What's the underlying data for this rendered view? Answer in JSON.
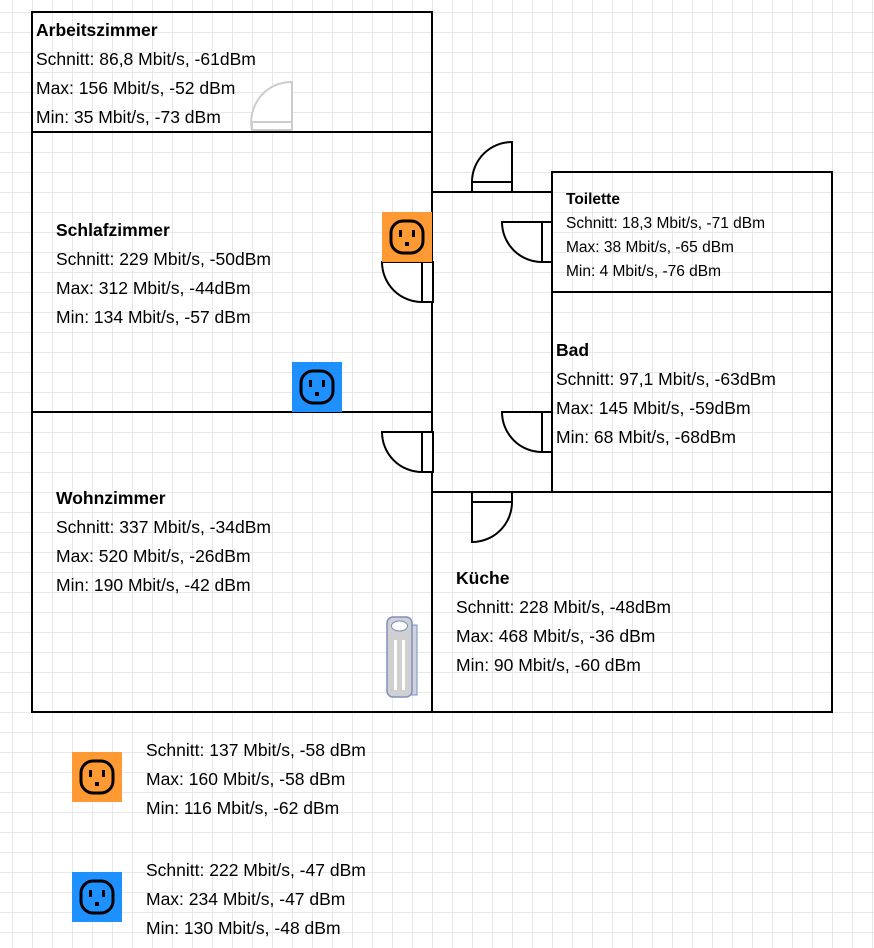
{
  "rooms": [
    {
      "name": "Arbeitszimmer",
      "avg": "Schnitt: 86,8 Mbit/s, -61dBm",
      "max": "Max: 156 Mbit/s, -52 dBm",
      "min": "Min: 35 Mbit/s, -73 dBm"
    },
    {
      "name": "Schlafzimmer",
      "avg": "Schnitt: 229 Mbit/s, -50dBm",
      "max": "Max: 312 Mbit/s, -44dBm",
      "min": "Min: 134 Mbit/s, -57 dBm"
    },
    {
      "name": "Toilette",
      "avg": "Schnitt: 18,3 Mbit/s, -71 dBm",
      "max": "Max: 38 Mbit/s, -65 dBm",
      "min": "Min: 4 Mbit/s, -76 dBm"
    },
    {
      "name": "Bad",
      "avg": "Schnitt: 97,1 Mbit/s, -63dBm",
      "max": "Max: 145 Mbit/s, -59dBm",
      "min": "Min: 68 Mbit/s, -68dBm"
    },
    {
      "name": "Wohnzimmer",
      "avg": "Schnitt: 337 Mbit/s, -34dBm",
      "max": "Max: 520 Mbit/s, -26dBm",
      "min": "Min: 190 Mbit/s, -42 dBm"
    },
    {
      "name": "Küche",
      "avg": "Schnitt: 228 Mbit/s, -48dBm",
      "max": "Max: 468 Mbit/s, -36 dBm",
      "min": "Min: 90 Mbit/s, -60 dBm"
    }
  ],
  "outlets": [
    {
      "color": "#FF9933",
      "avg": "Schnitt: 137 Mbit/s, -58 dBm",
      "max": "Max: 160 Mbit/s, -58 dBm",
      "min": "Min: 116 Mbit/s, -62 dBm"
    },
    {
      "color": "#1E90FF",
      "avg": "Schnitt: 222 Mbit/s, -47 dBm",
      "max": "Max: 234 Mbit/s, -47 dBm",
      "min": "Min: 130 Mbit/s, -48 dBm"
    }
  ],
  "icons": {
    "outlet": "power-outlet-icon",
    "router": "router-icon"
  }
}
